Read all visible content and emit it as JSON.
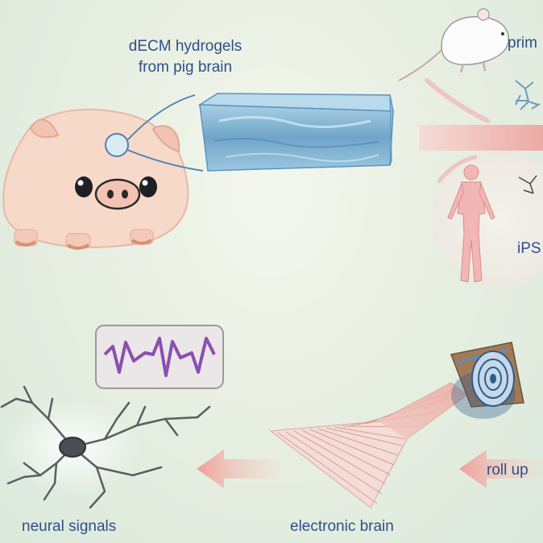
{
  "labels": {
    "hydrogel_line1": "dECM hydrogels",
    "hydrogel_line2": "from pig brain",
    "primary": "prim",
    "ips": "iPS",
    "roll_up": "roll up",
    "neural_signals": "neural signals",
    "electronic_brain": "electronic brain"
  },
  "icons": [
    "pig-icon",
    "hydrogel-block-icon",
    "rat-icon",
    "human-figure-icon",
    "neuron-icon",
    "signal-waveform-icon",
    "rolled-electronics-icon",
    "arrow-icon"
  ],
  "colors": {
    "label_text": "#2f4f88",
    "pig_body": "#f6d6c6",
    "hydrogel": "#7fb0cf",
    "arrow": "#f1b7b0",
    "waveform": "#8a4fb0"
  }
}
